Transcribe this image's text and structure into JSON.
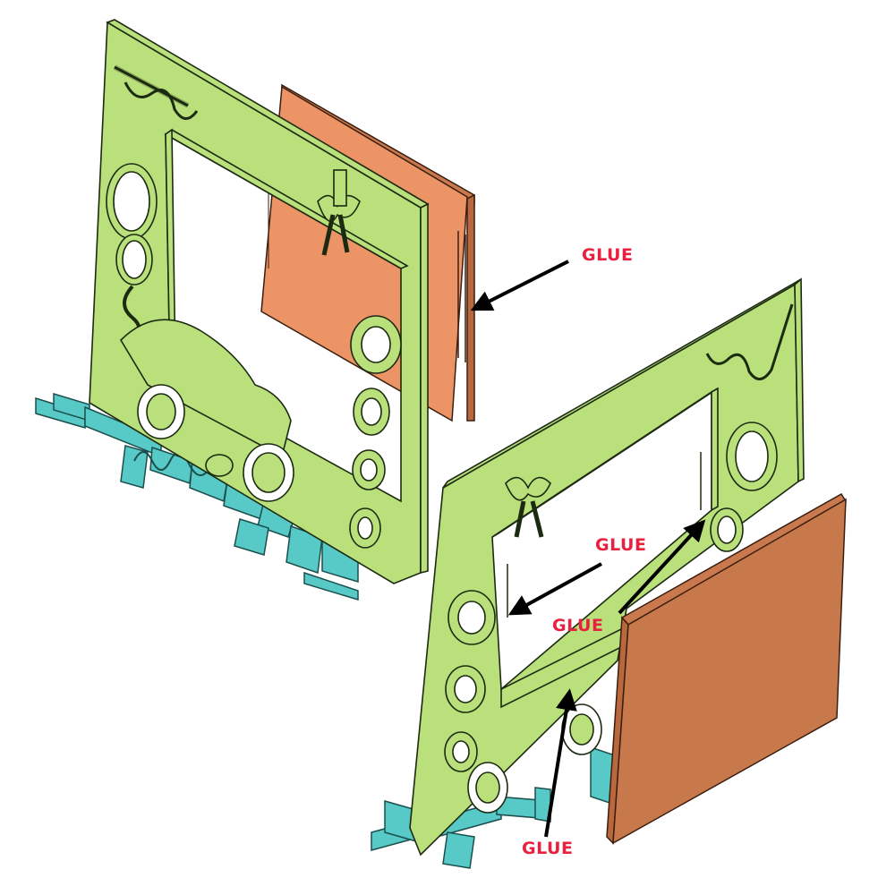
{
  "colors": {
    "frame_fill": "#b9e07a",
    "frame_stroke": "#1d2a12",
    "backing_front": "#ec9466",
    "backing_side": "#b9673c",
    "backing_back": "#c9794d",
    "base_fill": "#57c9c6",
    "base_stroke": "#1b4f4d",
    "label_color": "#e8213f",
    "arrow_color": "#000000"
  },
  "components": {
    "left_assembly": {
      "frame": "pierced-frame-with-balloons-bow-car",
      "backing": "backing-panel",
      "base": "name-script-base"
    },
    "right_assembly": {
      "frame": "pierced-frame-with-balloons-bow-car",
      "backing": "backing-panel",
      "base": "name-script-base"
    }
  },
  "labels": {
    "glue_1": "GLUE",
    "glue_2": "GLUE",
    "glue_3": "GLUE",
    "glue_4": "GLUE"
  }
}
